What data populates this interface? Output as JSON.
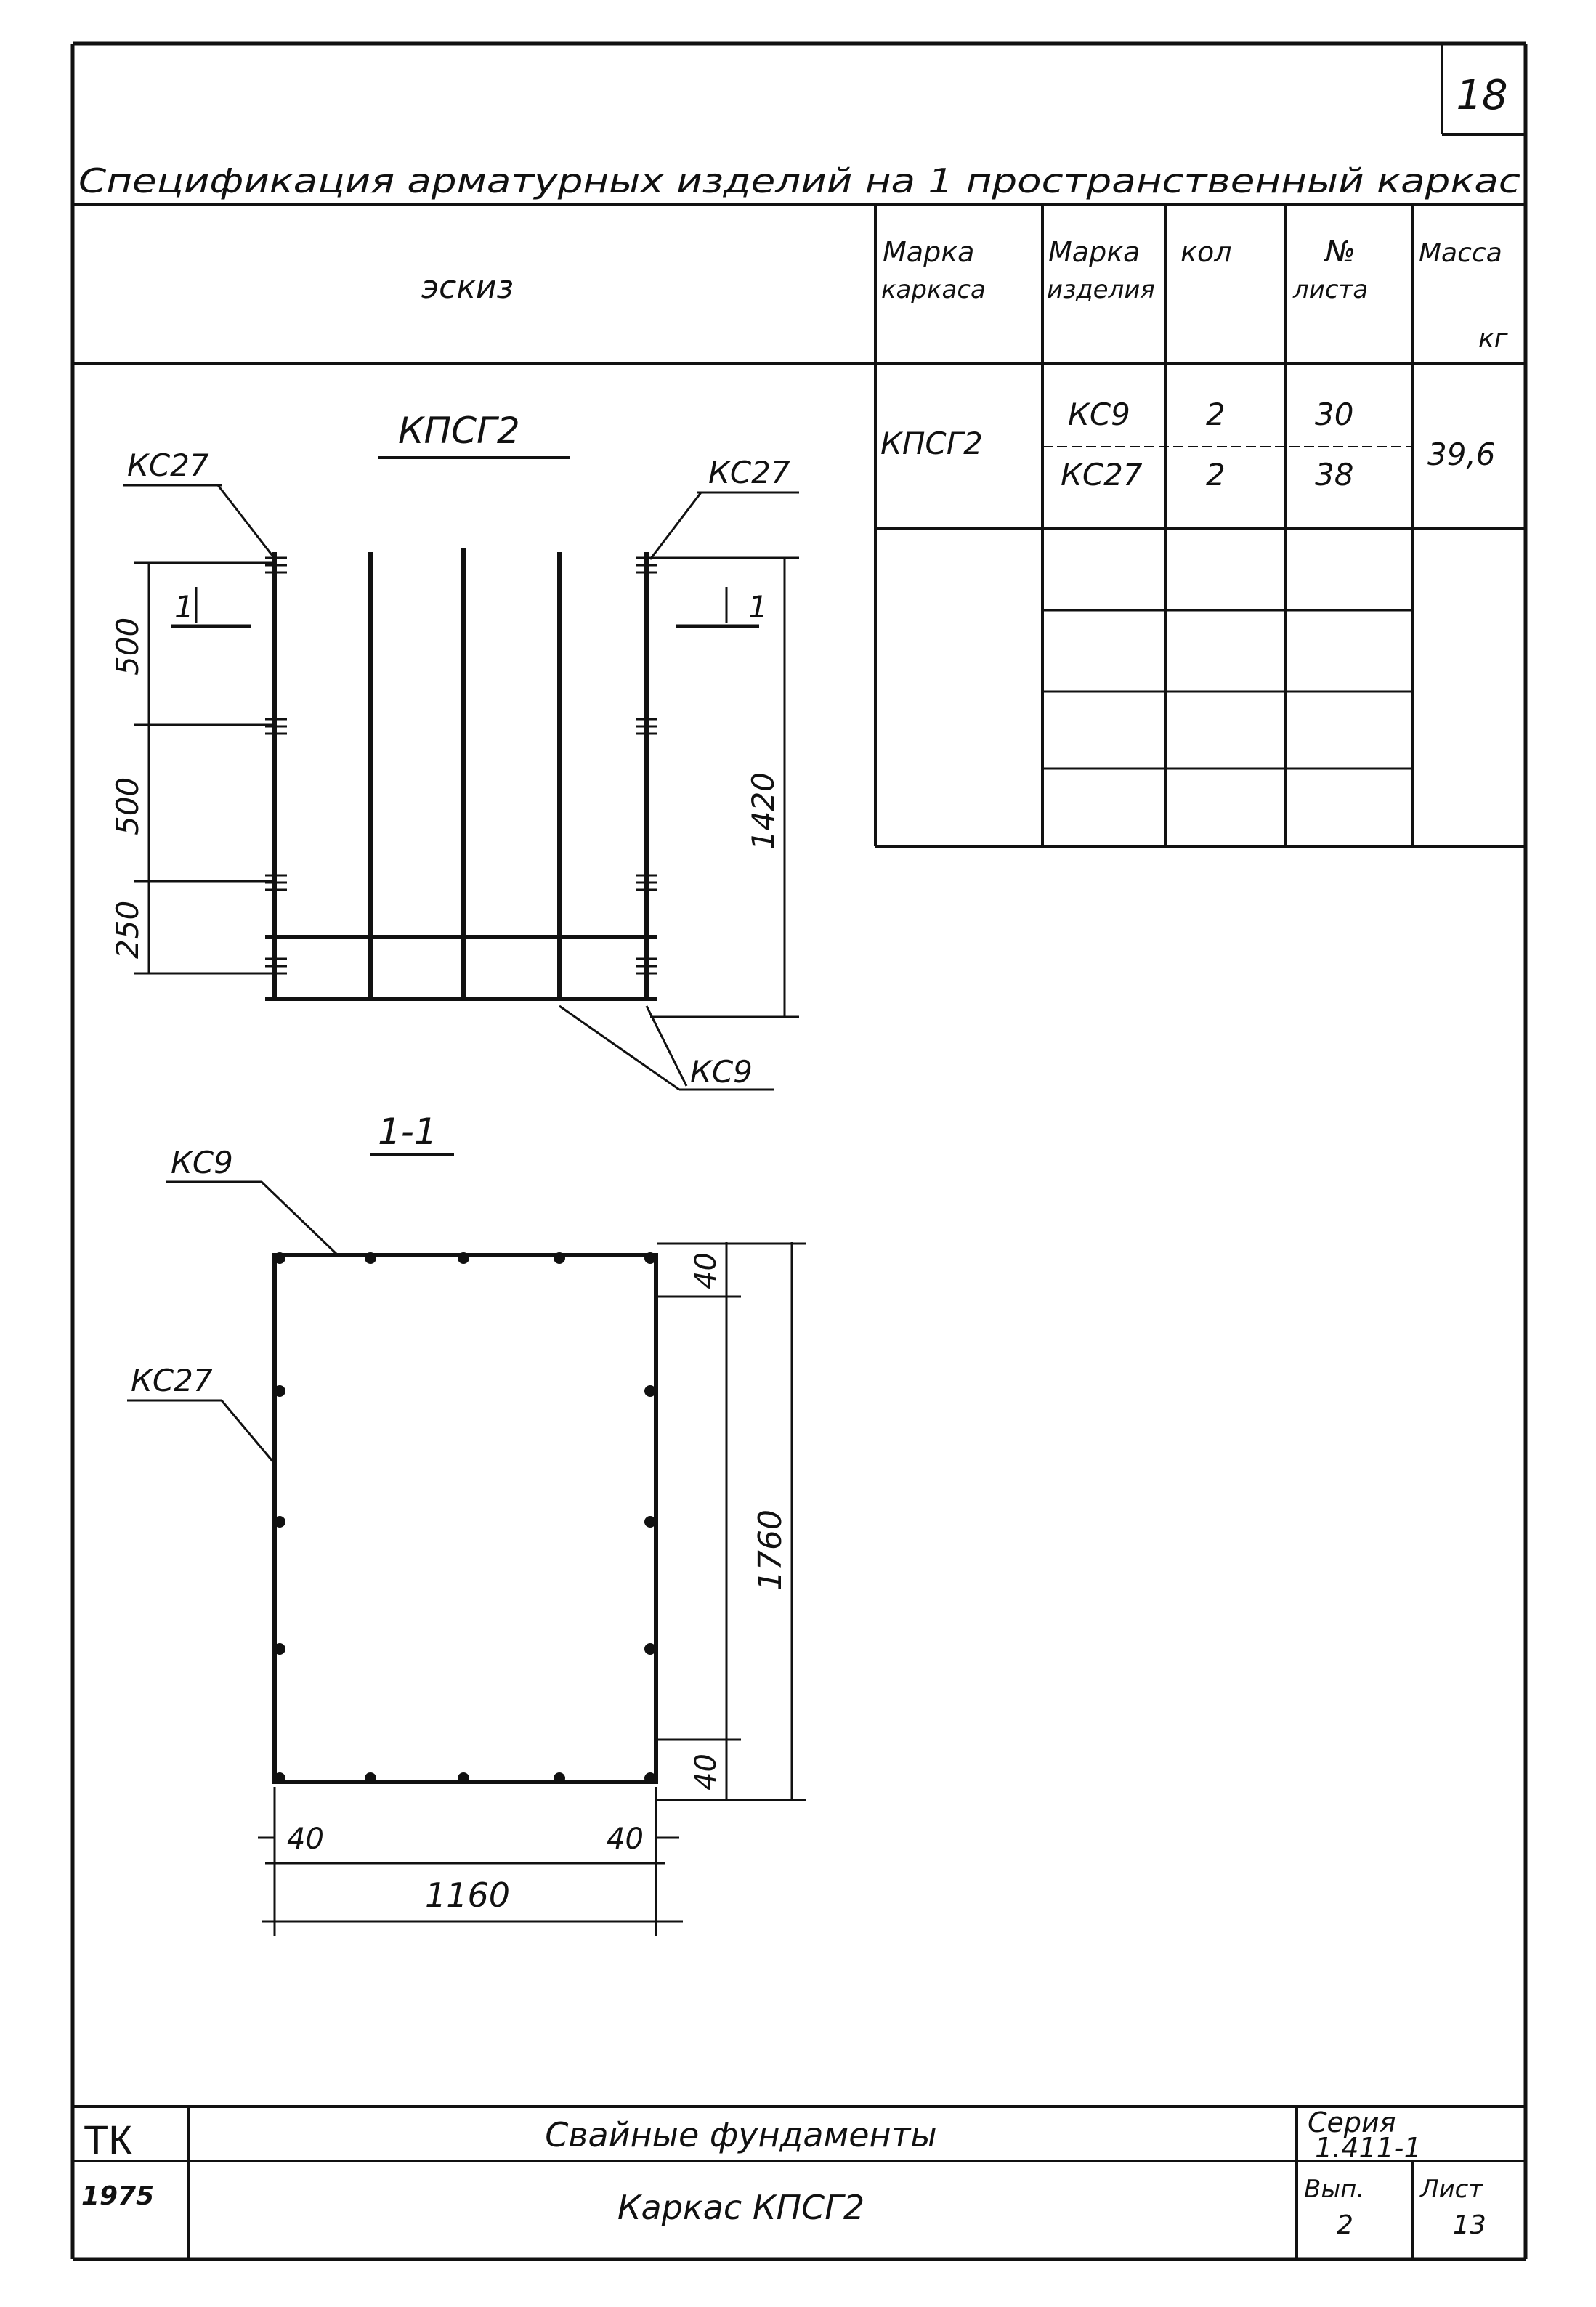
{
  "sheet_number": "18",
  "title": "Спецификация арматурных изделий на 1 пространственный каркас",
  "spec_table": {
    "headers": {
      "sketch": "эскиз",
      "frame_mark": [
        "Марка",
        "каркаса"
      ],
      "item_mark": [
        "Марка",
        "изделия"
      ],
      "qty": "кол",
      "sheet_no": [
        "№",
        "листа"
      ],
      "mass": [
        "Масса",
        "кг"
      ]
    },
    "frame_mark_value": "КПСГ2",
    "rows": [
      {
        "item": "КС9",
        "qty": "2",
        "sheet": "30"
      },
      {
        "item": "КС27",
        "qty": "2",
        "sheet": "38"
      }
    ],
    "mass_value": "39,6"
  },
  "drawing": {
    "elevation_title": "КПСГ2",
    "label_kc27_left": "КС27",
    "label_kc27_right": "КС27",
    "label_kc9": "КС9",
    "section_mark": "1",
    "dims_left": [
      "500",
      "500",
      "250"
    ],
    "dim_height": "1420",
    "section_title": "1-1",
    "section_label_kc9": "КС9",
    "section_label_kc27": "КС27",
    "dim_section_height": "1760",
    "dim_top_cover": "40",
    "dim_bottom_cover": "40",
    "dim_left_cover": "40",
    "dim_right_cover": "40",
    "dim_section_width": "1160"
  },
  "title_block": {
    "org": "ТК",
    "year": "1975",
    "project": "Свайные фундаменты",
    "drawing_name": "Каркас КПСГ2",
    "series_label": "Серия",
    "series_value": "1.411-1",
    "issue_label": "Вып.",
    "issue_value": "2",
    "sheet_label": "Лист",
    "sheet_value": "13"
  }
}
